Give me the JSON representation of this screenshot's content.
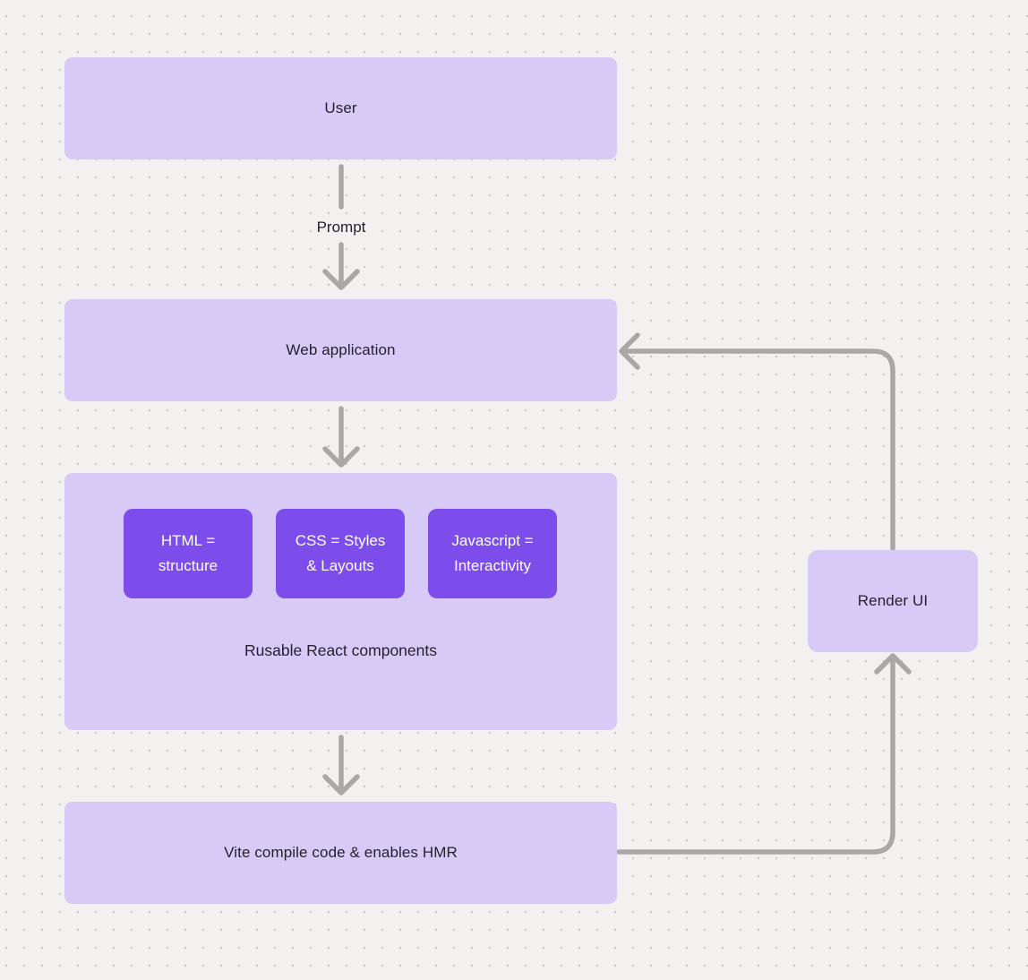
{
  "diagram": {
    "background": "#f2f1ef",
    "dot_color": "#c8c6c4",
    "node_fill_light": "#d7caf7",
    "node_fill_dark": "#7c4dea",
    "arrow_color": "#a9a8a7",
    "text_dark": "#25222e",
    "text_light": "#ffffff",
    "nodes": {
      "user": {
        "label": "User"
      },
      "web_application": {
        "label": "Web application"
      },
      "components": {
        "caption": "Rusable React components",
        "chips": [
          {
            "line1": "HTML =",
            "line2": "structure"
          },
          {
            "line1": "CSS = Styles",
            "line2": "& Layouts"
          },
          {
            "line1": "Javascript =",
            "line2": "Interactivity"
          }
        ]
      },
      "vite": {
        "label": "Vite compile code & enables HMR"
      },
      "render_ui": {
        "label": "Render UI"
      }
    },
    "edges": {
      "prompt_label": "Prompt"
    }
  }
}
